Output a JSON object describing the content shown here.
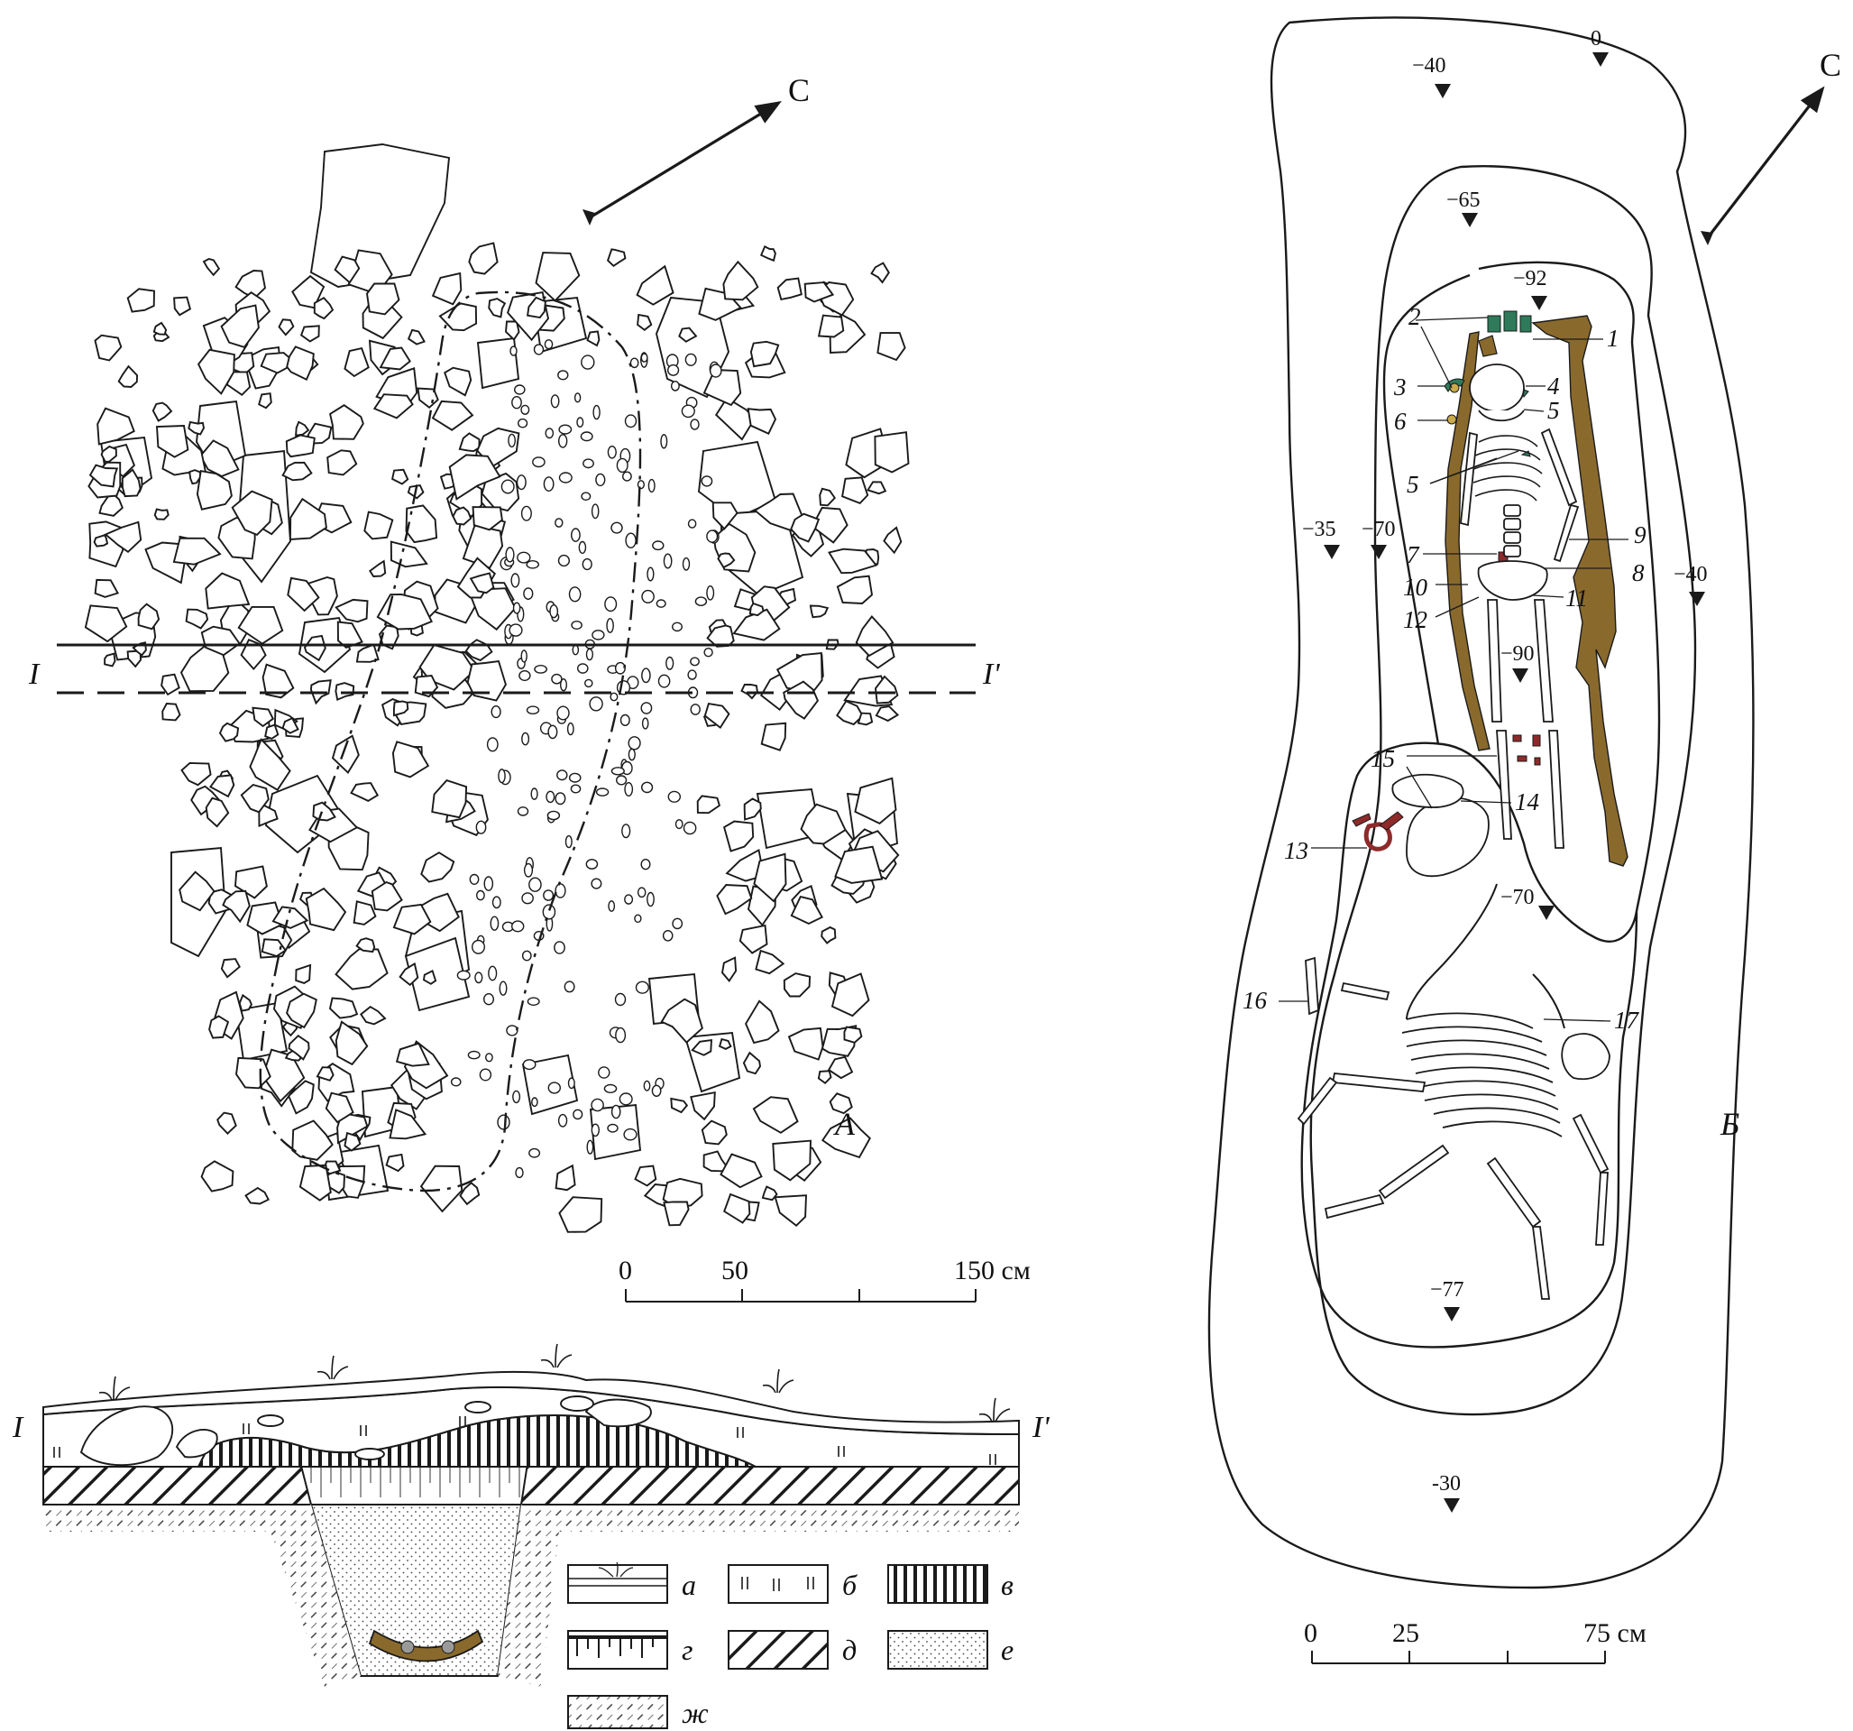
{
  "north_label": "С",
  "panel_a": {
    "label": "А",
    "section_left": "I",
    "section_right": "I'",
    "scale": {
      "t0": "0",
      "t1": "50",
      "t2": "150 см"
    }
  },
  "section_profile": {
    "left": "I",
    "right": "I'"
  },
  "legend": [
    {
      "key": "а",
      "pattern": "turf"
    },
    {
      "key": "б",
      "pattern": "marks"
    },
    {
      "key": "в",
      "pattern": "vertical-hatch"
    },
    {
      "key": "г",
      "pattern": "comb"
    },
    {
      "key": "д",
      "pattern": "diagonal-hatch"
    },
    {
      "key": "е",
      "pattern": "dots"
    },
    {
      "key": "ж",
      "pattern": "dashed-hatch"
    }
  ],
  "panel_b": {
    "label": "Б",
    "depths": [
      "0",
      "−40",
      "−65",
      "−92",
      "−35",
      "−70",
      "−40",
      "−90",
      "−70",
      "−77",
      "-30"
    ],
    "finds": [
      "1",
      "2",
      "3",
      "4",
      "5",
      "5",
      "6",
      "7",
      "8",
      "9",
      "10",
      "11",
      "12",
      "13",
      "14",
      "15",
      "16",
      "17"
    ],
    "scale": {
      "t0": "0",
      "t1": "25",
      "t2": "75 см"
    }
  },
  "colors": {
    "ink": "#1a1a1a",
    "wood": "#8a6a2c",
    "bronze_green": "#2e7a5a",
    "red_find": "#8e2a2a"
  }
}
